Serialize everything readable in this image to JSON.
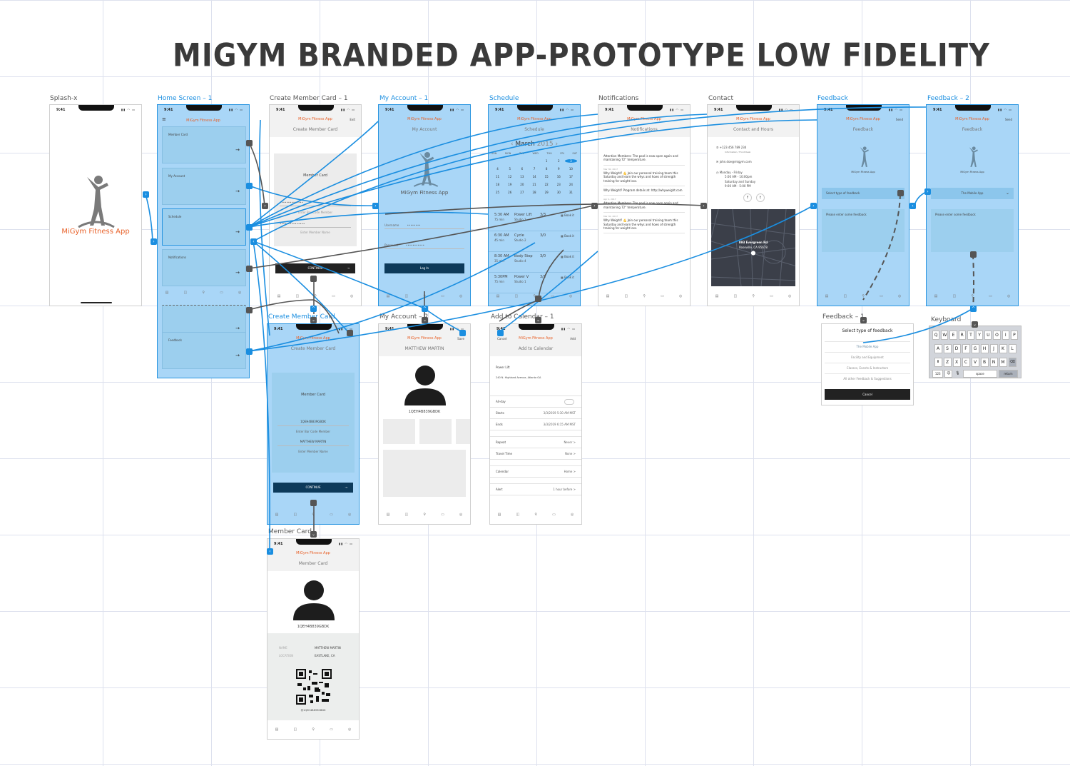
{
  "title": "MIGYM BRANDED APP-PROTOTYPE LOW FIDELITY",
  "common": {
    "time": "9:41",
    "app_name": "MiGym Fitness App",
    "status_bars": "▮▮ ◠ ▭"
  },
  "labels": {
    "splash": "Splash-x",
    "home": "Home Screen – 1",
    "create1": "Create Member Card – 1",
    "account1": "My Account – 1",
    "schedule": "Schedule",
    "notifications": "Notifications",
    "contact": "Contact",
    "feedback": "Feedback",
    "feedback2": "Feedback – 2",
    "create2": "Create Member Card",
    "account2": "My Account – 2",
    "calendar": "Add to Calendar – 1",
    "feedback1": "Feedback – 1",
    "keyboard": "Keyboard",
    "member_card": "Member Card"
  },
  "home": {
    "cards": [
      "Member Card",
      "My Account",
      "Schedule",
      "Notifications",
      "",
      "Feedback"
    ]
  },
  "create": {
    "subtitle": "Create Member Card",
    "exit": "Exit",
    "card_label": "Member Card",
    "barcode_hint": "Enter Bar Code Member",
    "name_hint": "Enter Member Name",
    "continue": "CONTINUE",
    "barcode_value": "1QEH4B839GBDK",
    "name_value": "MATTHEW MARTIN"
  },
  "account": {
    "subtitle": "My Account",
    "username": "Username",
    "password": "Password",
    "login": "Log In",
    "name": "MATTHEW MARTIN",
    "id": "1QEH4B839GBDK",
    "save": "Save"
  },
  "schedule": {
    "subtitle": "Schedule",
    "month": "March",
    "year": "2015",
    "days": [
      "SUN",
      "MON",
      "TUE",
      "WED",
      "THU",
      "FRI",
      "SAT"
    ],
    "classes": [
      {
        "time": "5:30 AM",
        "dur": "75 min",
        "name": "Power Lift",
        "room": "Studio 1",
        "spots": "3/3",
        "book": "Book it"
      },
      {
        "time": "6:30 AM",
        "dur": "45 min",
        "name": "Cycle",
        "room": "Studio 2",
        "spots": "3/0",
        "book": "Book it"
      },
      {
        "time": "8:30 AM",
        "dur": "35 min",
        "name": "Body Step",
        "room": "Studio 4",
        "spots": "3/0",
        "book": "Book it"
      },
      {
        "time": "5:30PM",
        "dur": "75 min",
        "name": "Power V",
        "room": "Studio 1",
        "spots": "3/3",
        "book": "Book it"
      }
    ]
  },
  "notifications": {
    "subtitle": "Notifications",
    "items": [
      {
        "date": "",
        "text": "Attention Members: The pool is now open again and maintaining 72° temperature."
      },
      {
        "date": "Mar 30, 2017",
        "text": "Why Weight? 💪 Join our personal training team this Saturday and learn the whys and hows of strength training for weight loss."
      },
      {
        "date": "",
        "text": "Why Weight? Program details at: http://whyweight.com"
      },
      {
        "date": "Apr 2, 2017",
        "text": "Attention Members: The pool is now open again and maintaining 72° temperature."
      },
      {
        "date": "Mar 30, 2017",
        "text": "Why Weight? 💪 Join our personal training team this Saturday and learn the whys and hows of strength training for weight loss."
      }
    ]
  },
  "contact": {
    "subtitle": "Contact and Hours",
    "phone": "+123 456 789 234",
    "phone_note": "Information / Front Desk",
    "email": "john.doe@migym.com",
    "hours1": "Monday - Friday",
    "hours1_time": "5:00 AM - 10:00pm",
    "hours2": "Saturday and Sunday",
    "hours2_time": "9:00 AM - 5:00 PM",
    "address1": "893 Evergreen Rd",
    "address2": "Roseville, CA 95678"
  },
  "feedback": {
    "subtitle": "Feedback",
    "send": "Send",
    "select": "Select type of feedback",
    "selected": "The Mobile App",
    "placeholder": "Please enter some feedback",
    "options": [
      "The Mobile App",
      "Facility and Equipment",
      "Classes, Events & Instructors",
      "All other Feedback & Suggestions"
    ],
    "cancel": "Cancel"
  },
  "calendar": {
    "cancel": "Cancel",
    "add": "Add",
    "subtitle": "Add to Calendar",
    "event": "Power Lift",
    "address": "240 N. Highland Avenue, Atlanta GA",
    "rows": [
      {
        "k": "All-day",
        "v": ""
      },
      {
        "k": "Starts",
        "v": "3/3/2019      5:30 AM MST"
      },
      {
        "k": "Ends",
        "v": "3/3/2019      6:15 AM MST"
      },
      {
        "k": "Repeat",
        "v": "Never  >"
      },
      {
        "k": "Travel Time",
        "v": "None  >"
      },
      {
        "k": "Calendar",
        "v": "Home  >"
      },
      {
        "k": "Alert",
        "v": "1 hour before  >"
      }
    ]
  },
  "keyboard": {
    "row1": [
      "Q",
      "W",
      "E",
      "R",
      "T",
      "Y",
      "U",
      "O",
      "I",
      "P"
    ],
    "row2": [
      "A",
      "S",
      "D",
      "F",
      "G",
      "H",
      "J",
      "K",
      "L"
    ],
    "row3": [
      "Z",
      "X",
      "C",
      "V",
      "B",
      "N",
      "M"
    ],
    "num": "123",
    "space": "space",
    "ret": "return"
  },
  "member_card": {
    "subtitle": "Member Card",
    "id": "1QEH4B839GBDK",
    "name_label": "NAME",
    "name": "MATTHEW MARTIN",
    "loc_label": "LOCATION",
    "loc": "EASTLAKE, CA",
    "qr_text": "@1QEH4B839GBDK"
  },
  "colors": {
    "accent": "#1a8ee0",
    "selected_fill": "#a9d6f7",
    "brand_orange": "#e8622a"
  }
}
